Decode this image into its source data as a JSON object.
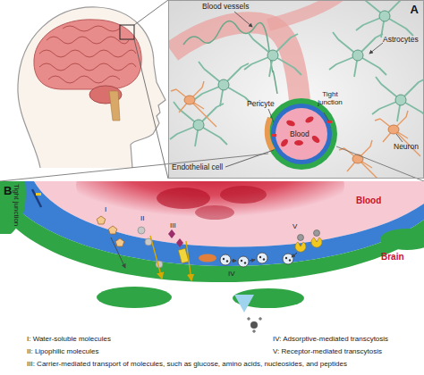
{
  "diagram": {
    "nodes": [
      {
        "text": [
          "A"
        ]
      },
      {
        "text": [
          "B"
        ]
      }
    ],
    "labels": [
      "Blood vessels",
      "Astrocytes",
      "Pericyte",
      "Tight junction",
      "Blood",
      "Neuron",
      "Endothelial cell",
      "Tight junction",
      "Blood",
      "Brain",
      "I",
      "II",
      "III",
      "IV",
      "V",
      "I: Water-soluble molecules",
      "II: Lipophilic molecules",
      "III: Carrier-mediated transport of molecules, such as glucose, amino acids, nucleosides, and peptides",
      "IV: Adsorptive-mediated transcytosis",
      "V: Receptor-mediated transcytosis"
    ]
  }
}
